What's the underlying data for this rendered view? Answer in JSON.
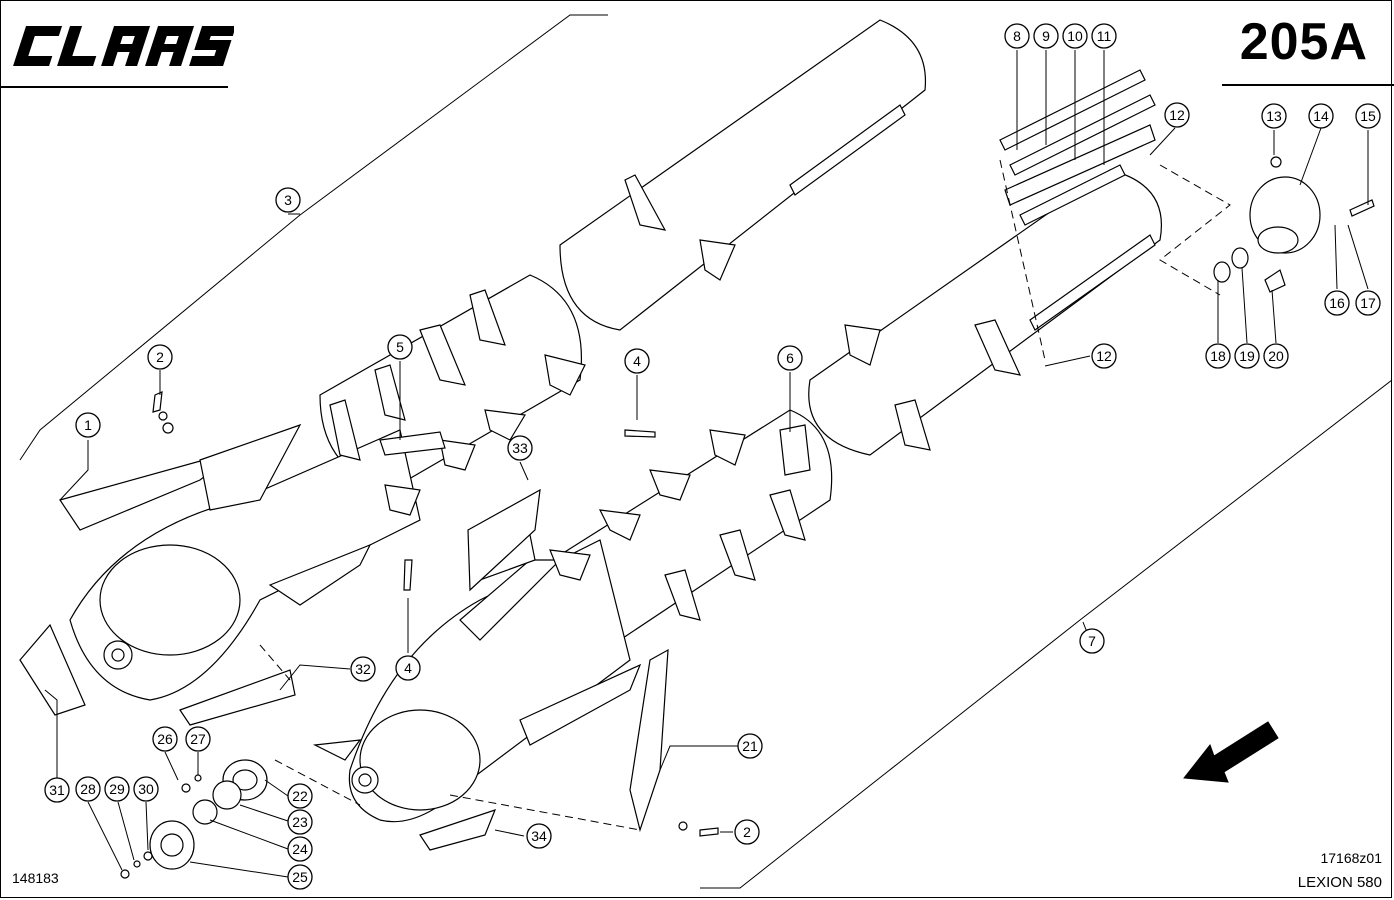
{
  "header": {
    "brand": "CLAAS",
    "page_number": "205A"
  },
  "footer": {
    "drawing_number": "148183",
    "reference_code": "17168z01",
    "model": "LEXION 580"
  },
  "callouts": [
    "1",
    "2",
    "3",
    "4",
    "5",
    "6",
    "7",
    "8",
    "9",
    "10",
    "11",
    "12",
    "13",
    "14",
    "15",
    "16",
    "17",
    "18",
    "19",
    "20",
    "21",
    "22",
    "23",
    "24",
    "25",
    "26",
    "27",
    "28",
    "29",
    "30",
    "31",
    "32",
    "33",
    "34"
  ],
  "colors": {
    "ink": "#000000",
    "paper": "#ffffff"
  },
  "icons": {
    "direction_arrow": "arrow-down-left-icon"
  }
}
